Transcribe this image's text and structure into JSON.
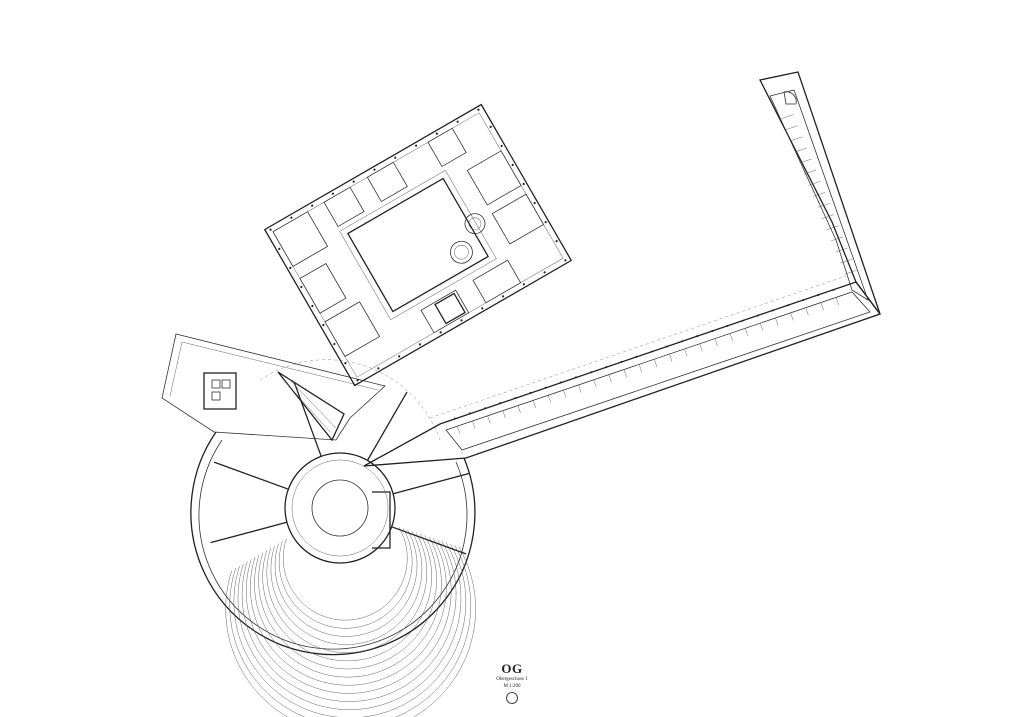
{
  "drawing": {
    "title": "OG",
    "subtitle": "Obergeschoss 1",
    "scale": "M 1:200"
  }
}
